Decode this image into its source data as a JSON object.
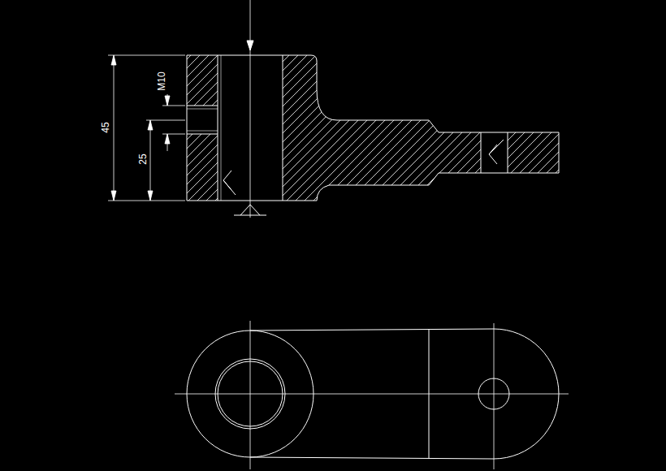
{
  "diagram": {
    "labels": [
      "45",
      "M10",
      "25"
    ]
  }
}
